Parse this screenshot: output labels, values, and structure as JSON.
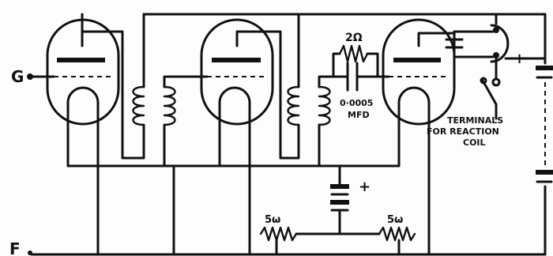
{
  "labels": {
    "grid_input": "G",
    "filament_input": "F",
    "resistor_top": "2Ω",
    "capacitor_value": "0·0005",
    "capacitor_unit": "MFD",
    "terminals_line1": "TERMINALS",
    "terminals_line2": "FOR REACTION",
    "terminals_line3": "COIL",
    "rheostat_left": "5ω",
    "rheostat_right": "5ω",
    "plus_battery_grid": "+",
    "plus_battery_ht": "+"
  },
  "colors": {
    "ink": "#111111",
    "paper": "#fdfdfb"
  }
}
